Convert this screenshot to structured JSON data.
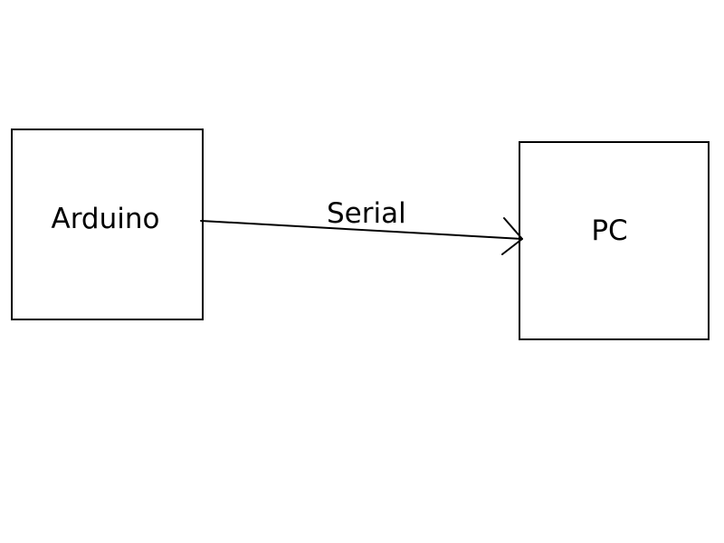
{
  "diagram": {
    "nodes": [
      {
        "id": "arduino",
        "label": "Arduino"
      },
      {
        "id": "pc",
        "label": "PC"
      }
    ],
    "edges": [
      {
        "from": "arduino",
        "to": "pc",
        "label": "Serial",
        "arrowhead": "open"
      }
    ]
  },
  "colors": {
    "stroke": "#000000",
    "background": "#ffffff"
  }
}
